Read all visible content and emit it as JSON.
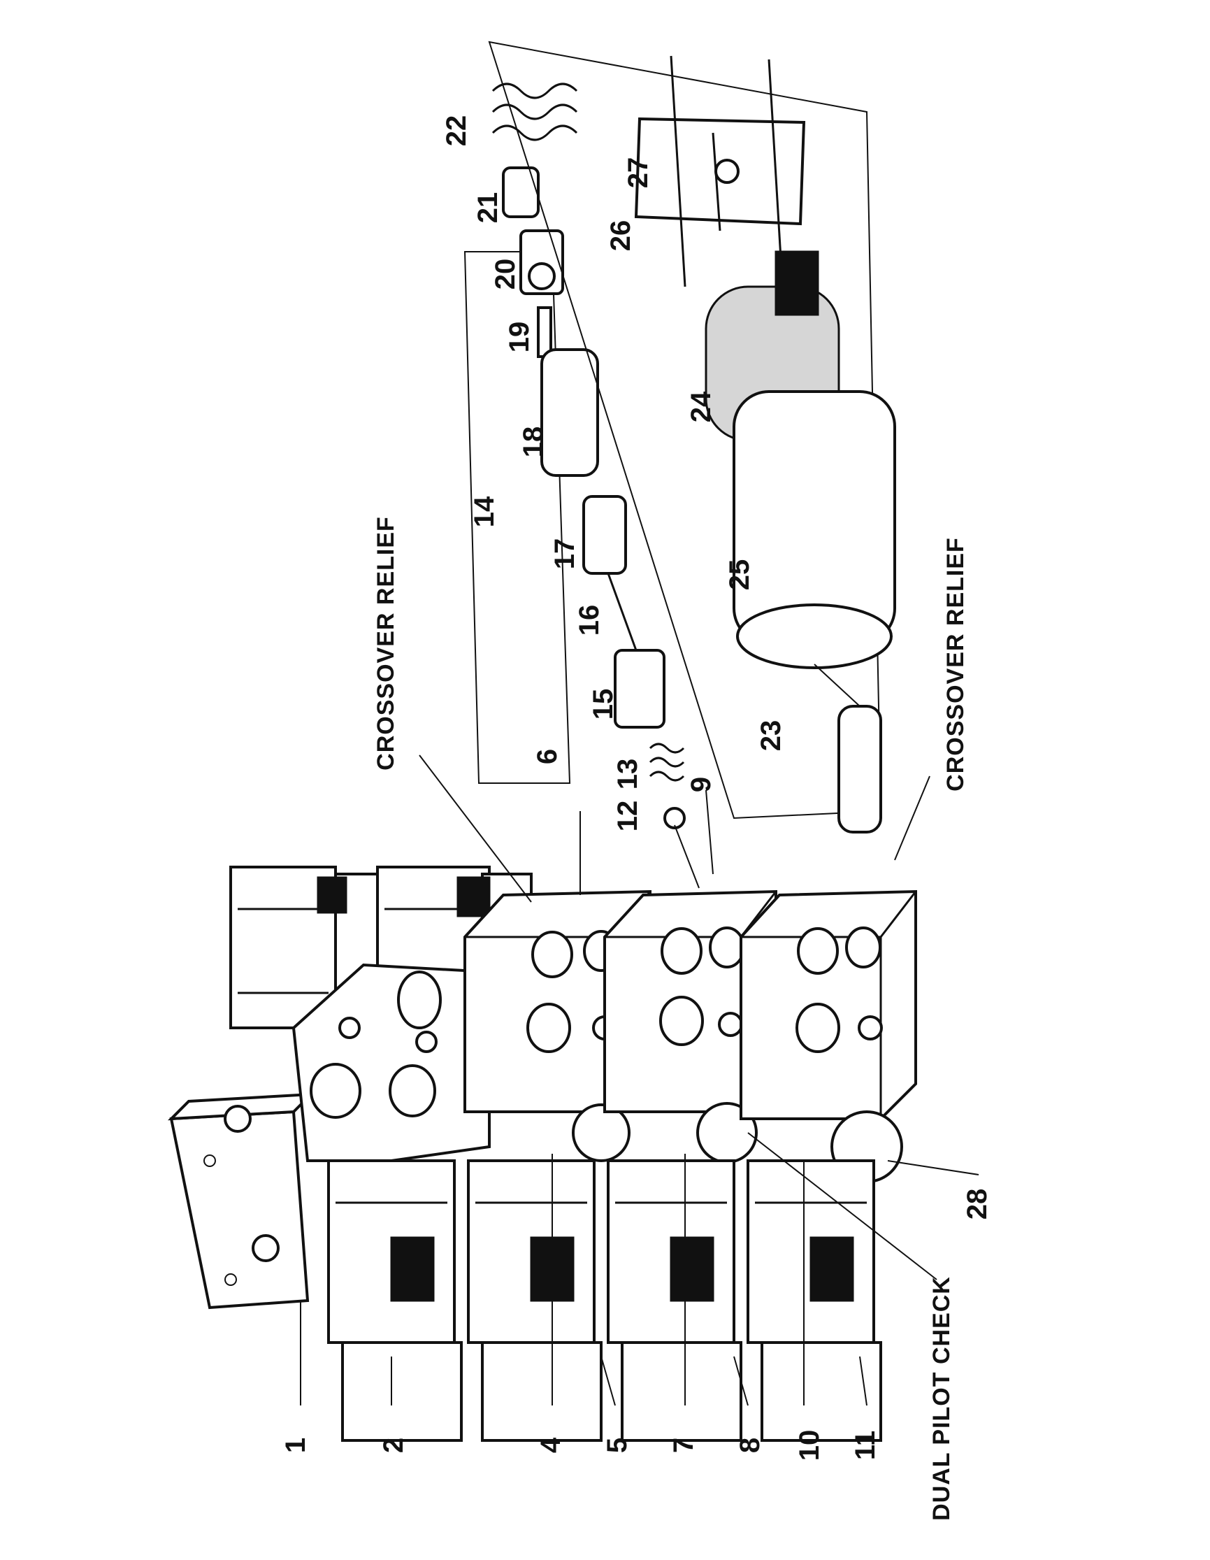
{
  "diagram": {
    "callouts": [
      "1",
      "2",
      "4",
      "5",
      "6",
      "7",
      "8",
      "9",
      "10",
      "11",
      "12",
      "13",
      "14",
      "15",
      "16",
      "17",
      "18",
      "19",
      "20",
      "21",
      "22",
      "23",
      "24",
      "25",
      "26",
      "27",
      "28"
    ],
    "captions": {
      "crossover_relief_top": "CROSSOVER RELIEF",
      "crossover_relief_bottom": "CROSSOVER RELIEF",
      "dual_pilot_check": "DUAL PILOT CHECK"
    }
  }
}
